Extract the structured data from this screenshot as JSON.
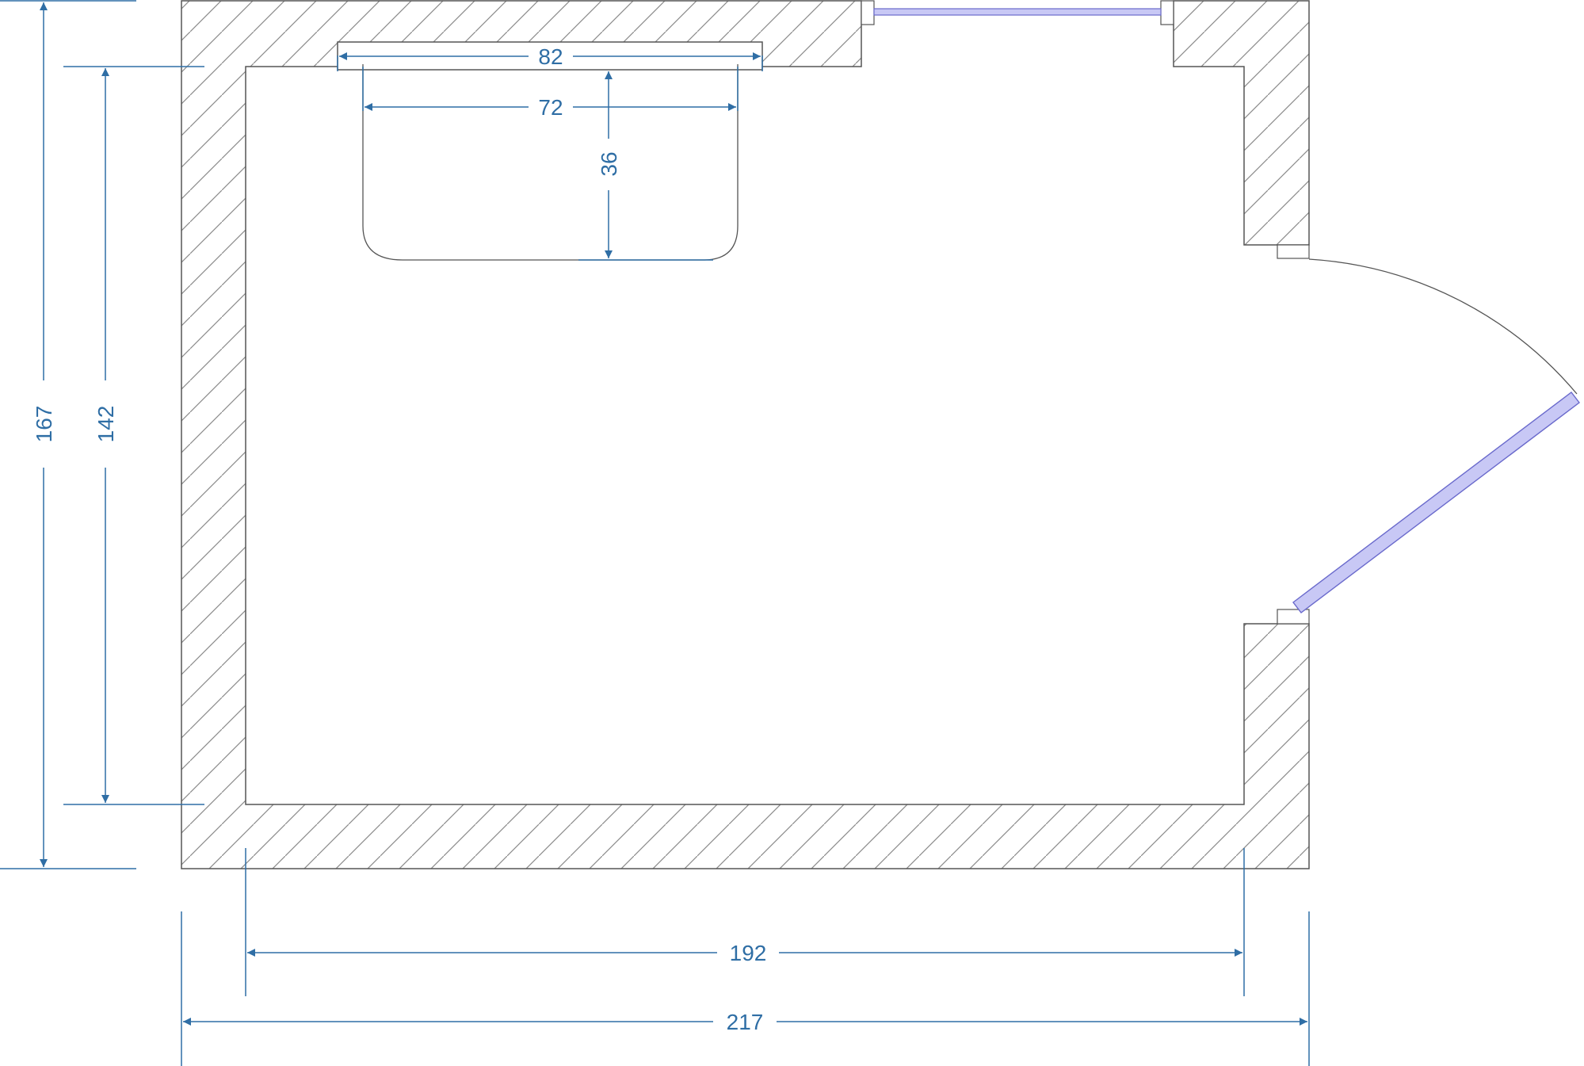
{
  "dimensions": {
    "total_height": "167",
    "inner_height": "142",
    "total_width": "217",
    "inner_width": "192",
    "counter_width": "82",
    "basin_width": "72",
    "basin_depth": "36"
  },
  "colors": {
    "wall_line": "#555555",
    "hatch": "#8a8a8a",
    "dimension": "#2f6ea5",
    "glass": "#c8c8f5",
    "glass_edge": "#6a6acc"
  }
}
